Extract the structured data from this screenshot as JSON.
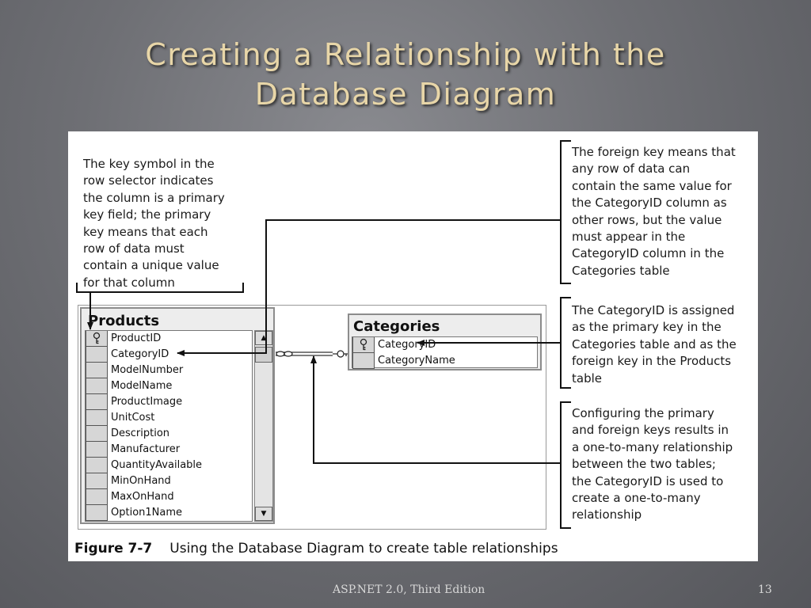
{
  "slide": {
    "title_line1": "Creating a Relationship with the",
    "title_line2": "Database Diagram",
    "footer_center": "ASP.NET 2.0, Third Edition",
    "footer_page": "13"
  },
  "figure": {
    "caption_label": "Figure 7-7",
    "caption_text": "Using the Database Diagram to create table relationships",
    "notes": {
      "key_symbol": "The key symbol in the\nrow selector indicates\nthe column is a primary\nkey field; the primary\nkey means that each\nrow of data must\ncontain a unique value\nfor that column",
      "foreign_key": "The foreign key means that\nany row of data can\ncontain the same value for\nthe CategoryID column as\nother rows, but the value\nmust appear in the\nCategoryID column in the\nCategories table",
      "categoryid_assigned": "The CategoryID is assigned\nas the primary key in the\nCategories table and as the\nforeign key in the Products\ntable",
      "one_to_many": "Configuring the primary\nand foreign keys results in\na one-to-many relationship\nbetween the two tables;\nthe CategoryID is used to\ncreate a one-to-many\nrelationship"
    },
    "products_table": {
      "title": "Products",
      "columns": [
        "ProductID",
        "CategoryID",
        "ModelNumber",
        "ModelName",
        "ProductImage",
        "UnitCost",
        "Description",
        "Manufacturer",
        "QuantityAvailable",
        "MinOnHand",
        "MaxOnHand",
        "Option1Name"
      ],
      "primary_key": "ProductID"
    },
    "categories_table": {
      "title": "Categories",
      "columns": [
        "CategoryID",
        "CategoryName"
      ],
      "primary_key": "CategoryID"
    },
    "icons": {
      "key": "key-icon",
      "scroll_up": "scroll-up-arrow-icon",
      "scroll_down": "scroll-down-arrow-icon",
      "many_end": "infinity-icon",
      "one_end": "key-icon"
    }
  }
}
